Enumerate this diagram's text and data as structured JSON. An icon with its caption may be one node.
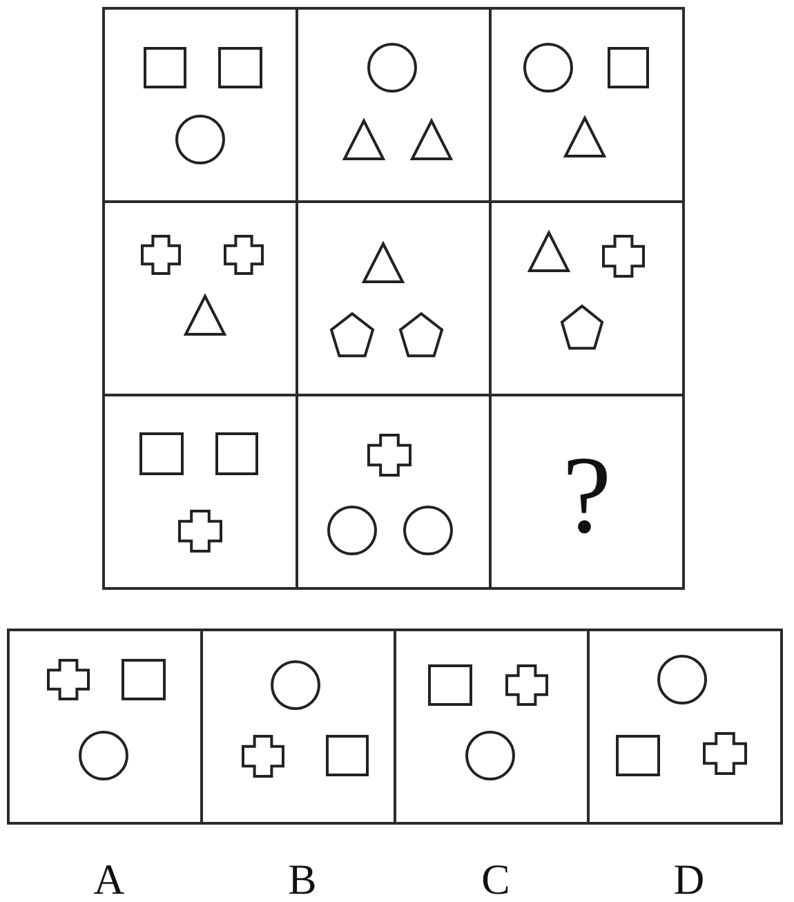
{
  "diagram": {
    "nodes": [
      {
        "text": [],
        "shape": "box"
      },
      {
        "text": [],
        "shape": "box"
      },
      {
        "text": [],
        "shape": "box"
      },
      {
        "text": [],
        "shape": "box"
      },
      {
        "text": [],
        "shape": "box"
      },
      {
        "text": [],
        "shape": "box"
      },
      {
        "text": [],
        "shape": "box"
      },
      {
        "text": [],
        "shape": "box"
      },
      {
        "text": [
          "?"
        ]
      },
      {
        "text": [],
        "shape": "box",
        "beside": [
          "A"
        ]
      },
      {
        "text": [],
        "shape": "box",
        "beside": [
          "B"
        ]
      },
      {
        "text": [],
        "shape": "box",
        "beside": [
          "C"
        ]
      },
      {
        "text": [],
        "shape": "box",
        "beside": [
          "D"
        ]
      }
    ]
  }
}
